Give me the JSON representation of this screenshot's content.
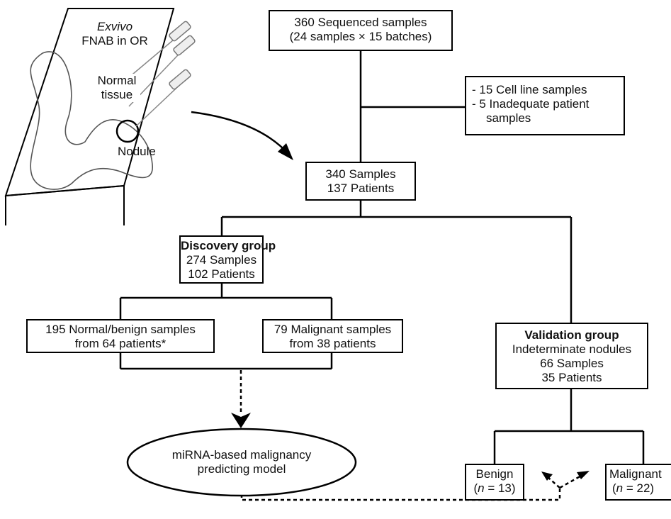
{
  "illustration": {
    "title_italic": "Exvivo",
    "title_rest": "FNAB in OR",
    "normal_tissue_line1": "Normal",
    "normal_tissue_line2": "tissue",
    "nodule": "Nodule"
  },
  "sequenced": {
    "line1": "360 Sequenced samples",
    "line2_pre": "(24 samples ",
    "times": "×",
    "line2_post": " 15 batches)"
  },
  "excluded": {
    "line1": "- 15 Cell line samples",
    "line2": "- 5 Inadequate patient",
    "line3": "samples"
  },
  "total": {
    "line1": "340 Samples",
    "line2": "137 Patients"
  },
  "discovery": {
    "title": "Discovery group",
    "line1": "274 Samples",
    "line2": "102 Patients"
  },
  "normal_benign": {
    "line1": "195 Normal/benign samples",
    "line2": "from 64 patients*"
  },
  "malignant_disc": {
    "line1": "79 Malignant samples",
    "line2": "from 38 patients"
  },
  "validation": {
    "title": "Validation group",
    "line1": "Indeterminate nodules",
    "line2": "66 Samples",
    "line3": "35 Patients"
  },
  "model": {
    "line1": "miRNA-based malignancy",
    "line2": "predicting model"
  },
  "benign": {
    "label": "Benign",
    "n_open": "(",
    "n_sym": "n",
    "n_rest": " = 13)"
  },
  "malignant_val": {
    "label": "Malignant",
    "n_open": "(",
    "n_sym": "n",
    "n_rest": " = 22)"
  }
}
